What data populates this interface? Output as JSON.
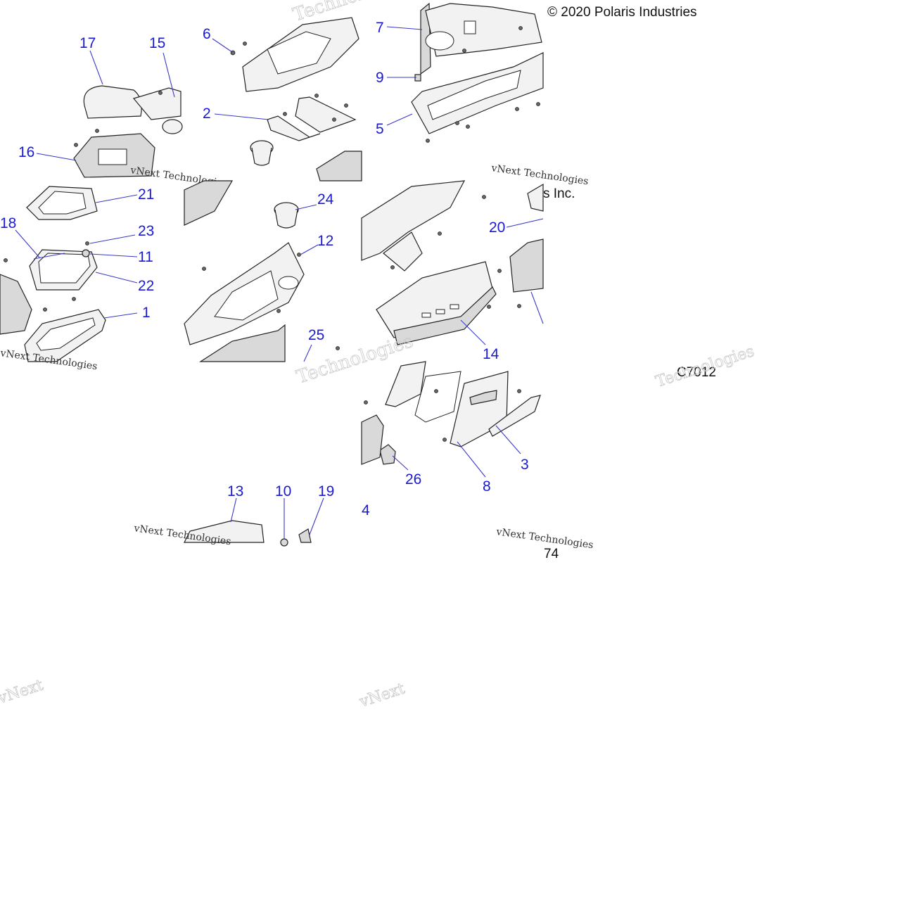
{
  "copyright": "© 2020 Polaris Industries",
  "copyright_fragment": "s Inc.",
  "drawing_code": "C7012",
  "page_fragment": "74",
  "watermark_small": "vNext Technologies",
  "watermark_large_a": "vNext",
  "watermark_large_b": "Technologies",
  "callouts": {
    "c1": "1",
    "c2": "2",
    "c3": "3",
    "c4": "4",
    "c5": "5",
    "c6": "6",
    "c7": "7",
    "c8": "8",
    "c9": "9",
    "c10": "10",
    "c11": "11",
    "c12": "12",
    "c13": "13",
    "c14": "14",
    "c15": "15",
    "c16": "16",
    "c17": "17",
    "c18": "18",
    "c19": "19",
    "c20": "20",
    "c21": "21",
    "c22": "22",
    "c23": "23",
    "c24": "24",
    "c25": "25",
    "c26": "26"
  },
  "accent_color": "#1a1ad6"
}
